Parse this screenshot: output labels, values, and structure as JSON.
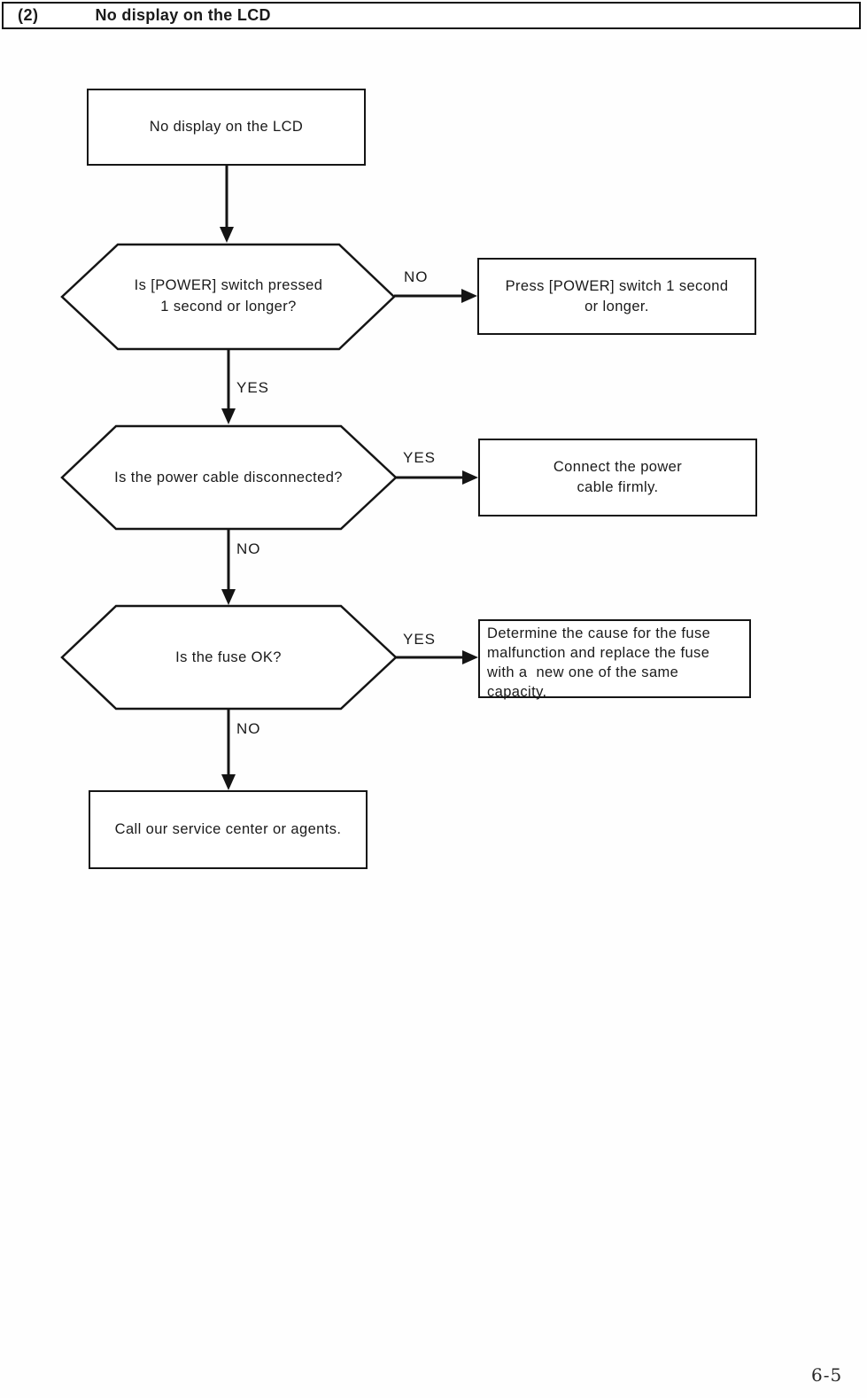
{
  "header": {
    "number": "(2)",
    "title": "No display on the LCD"
  },
  "page_number": "6-5",
  "flowchart": {
    "start": {
      "label": "No display on the LCD"
    },
    "decision1": {
      "line1": "Is [POWER] switch pressed",
      "line2": "1 second or longer?",
      "branch_right": "NO",
      "branch_down": "YES"
    },
    "action1": {
      "line1": "Press [POWER] switch 1 second",
      "line2": "or longer."
    },
    "decision2": {
      "line1": "Is the power cable disconnected?",
      "branch_right": "YES",
      "branch_down": "NO"
    },
    "action2": {
      "line1": "Connect the power",
      "line2": "cable firmly."
    },
    "decision3": {
      "line1": "Is the fuse OK?",
      "branch_right": "YES",
      "branch_down": "NO"
    },
    "action3": {
      "lines": [
        "Determine the cause for the fuse",
        "malfunction and replace the fuse",
        "with a  new one of the same",
        "capacity."
      ]
    },
    "end": {
      "label": "Call our service center or agents."
    }
  },
  "colors": {
    "line": "#141414",
    "background": "#ffffff",
    "text": "#1a1a1a"
  }
}
